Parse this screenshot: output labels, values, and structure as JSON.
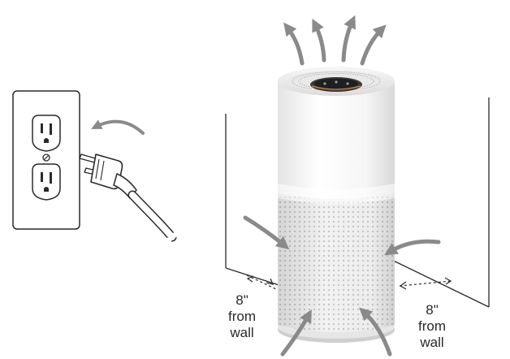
{
  "clearance_left": {
    "value": "8\"",
    "line1": "from",
    "line2": "wall"
  },
  "clearance_right": {
    "value": "8\"",
    "line1": "from",
    "line2": "wall"
  },
  "colors": {
    "arrow": "#8a8a8a",
    "line": "#2a2a2a",
    "purifier_body": "#f4f4f4",
    "display": "#3a3a3a",
    "base_band": "#cfcfcf"
  }
}
